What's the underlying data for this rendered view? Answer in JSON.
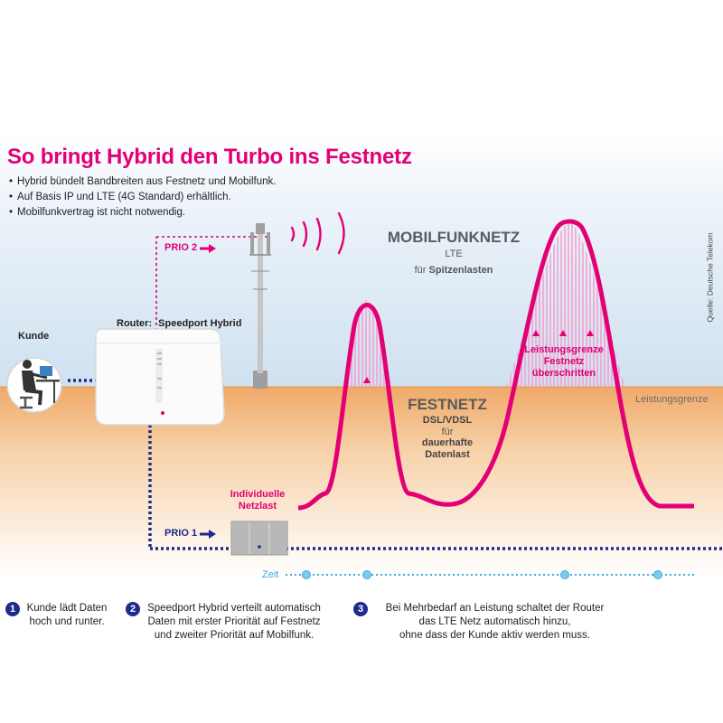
{
  "title": "So bringt Hybrid den Turbo ins Festnetz",
  "bullets": [
    "Hybrid bündelt Bandbreiten aus Festnetz und Mobilfunk.",
    "Auf Basis IP und LTE (4G Standard) erhältlich.",
    "Mobilfunkvertrag ist nicht notwendig."
  ],
  "source": "Quelle: Deutsche Telekom",
  "labels": {
    "kunde": "Kunde",
    "router_prefix": "Router:",
    "router_name": "Speedport Hybrid",
    "prio2": "PRIO 2",
    "prio1": "PRIO 1",
    "zeit": "Zeit",
    "leistungsgrenze": "Leistungsgrenze"
  },
  "mobilfunk": {
    "title": "MOBILFUNKNETZ",
    "sub": "LTE",
    "desc_pre": "für ",
    "desc_bold": "Spitzenlasten"
  },
  "festnetz": {
    "title": "FESTNETZ",
    "sub": "DSL/VDSL",
    "desc1": "für",
    "desc2": "dauerhafte",
    "desc3": "Datenlast"
  },
  "annotations": {
    "individuelle_1": "Individuelle",
    "individuelle_2": "Netzlast",
    "grenze_1": "Leistungsgrenze",
    "grenze_2": "Festnetz",
    "grenze_3": "überschritten"
  },
  "steps": [
    {
      "num": "1",
      "line1": "Kunde lädt Daten",
      "line2": "hoch und runter.",
      "line3": ""
    },
    {
      "num": "2",
      "line1": "Speedport Hybrid verteilt automatisch",
      "line2": "Daten mit erster Priorität auf Festnetz",
      "line3": "und zweiter Priorität auf Mobilfunk."
    },
    {
      "num": "3",
      "line1": "Bei Mehrbedarf an Leistung schaltet der Router",
      "line2": "das LTE Netz automatisch hinzu,",
      "line3": "ohne dass der Kunde aktiv werden muss."
    }
  ],
  "colors": {
    "magenta": "#e20074",
    "navy": "#1e2b8a",
    "sky": "#d6e6f3",
    "ground": "#f2b77e",
    "timeline": "#3fa9e0"
  },
  "icons": [
    "person-at-desk-icon",
    "router-icon",
    "lte-tower-icon",
    "radio-waves-icon",
    "arrow-right-icon",
    "street-cabinet-icon"
  ]
}
